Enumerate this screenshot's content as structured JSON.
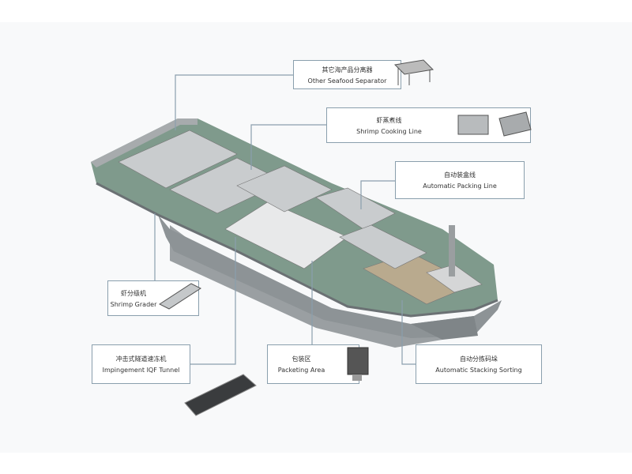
{
  "callouts": [
    {
      "id": "other-seafood-separator",
      "zh": "其它海产品分离器",
      "en": "Other Seafood Separator"
    },
    {
      "id": "shrimp-cooking-line",
      "zh": "虾蒸煮线",
      "en": "Shrimp Cooking Line"
    },
    {
      "id": "automatic-packing-line",
      "zh": "自动装盒线",
      "en": "Automatic Packing Line"
    },
    {
      "id": "shrimp-grader",
      "zh": "虾分级机",
      "en": "Shrimp Grader"
    },
    {
      "id": "impingement-iqf-tunnel",
      "zh": "冲击式隧道速冻机",
      "en": "Impingement IQF Tunnel"
    },
    {
      "id": "packeting-area",
      "zh": "包装区",
      "en": "Packeting Area"
    },
    {
      "id": "automatic-stacking-sorting",
      "zh": "自动分拣码垛",
      "en": "Automatic Stacking Sorting"
    }
  ],
  "colors": {
    "line": "#8a9fad",
    "hull": "#8f9598",
    "deck": "#7f9a8c",
    "equipment": "#c9ccce"
  }
}
